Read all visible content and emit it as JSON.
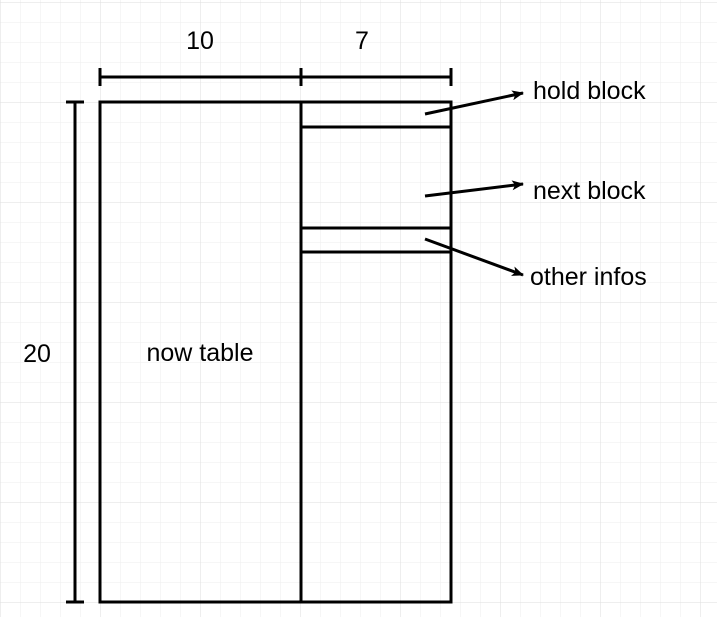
{
  "dimensions": {
    "table_width": "10",
    "side_width": "7",
    "height": "20"
  },
  "labels": {
    "now_table": "now table",
    "hold_block": "hold block",
    "next_block": "next block",
    "other_infos": "other infos"
  },
  "colors": {
    "background": "#ffffff",
    "grid": "#e6e6e6",
    "stroke": "#000000"
  }
}
